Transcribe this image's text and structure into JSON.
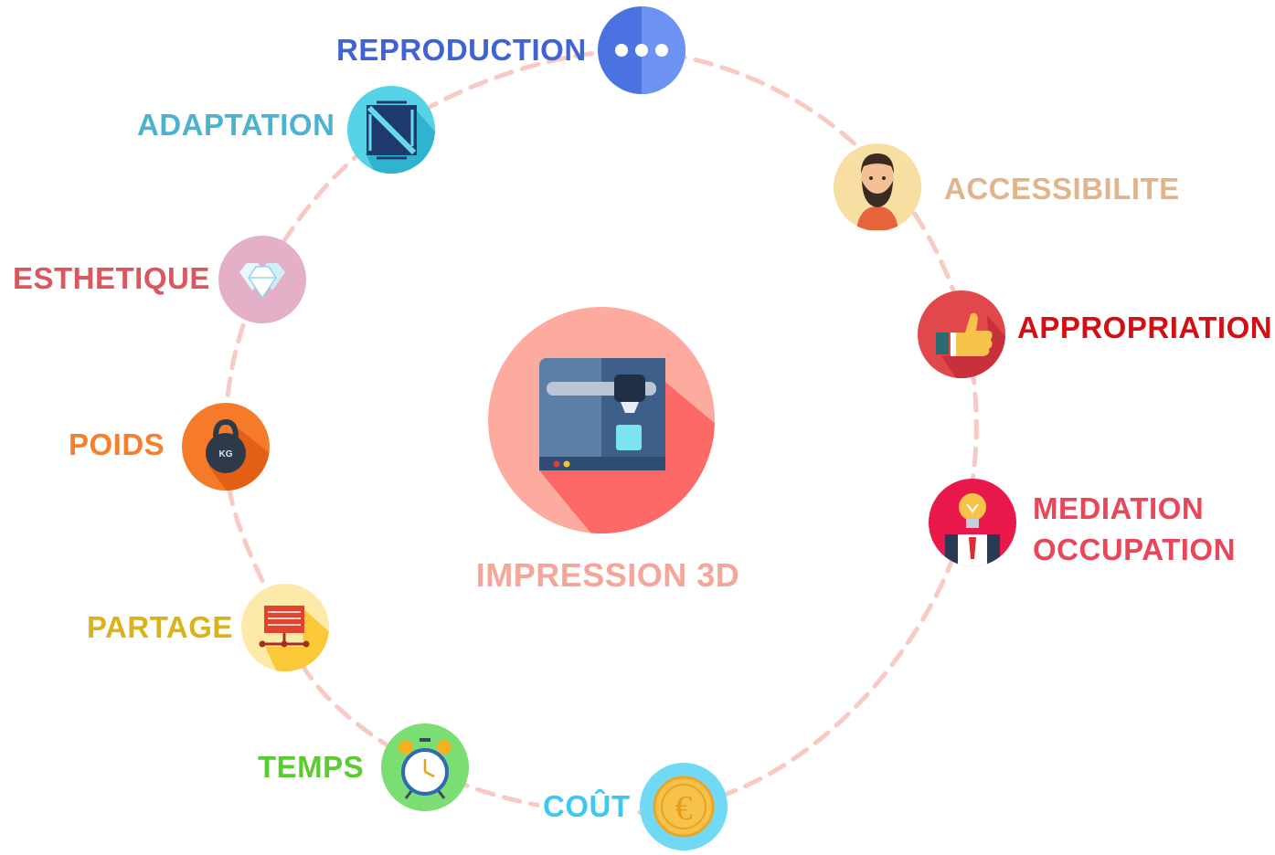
{
  "center": {
    "title": "IMPRESSION 3D",
    "color": "#f5a69a",
    "icon": "3d-printer-icon"
  },
  "nodes": [
    {
      "id": "reproduction",
      "label": "REPRODUCTION",
      "color": "#3f63d6",
      "icon": "chat-dots-icon"
    },
    {
      "id": "adaptation",
      "label": "ADAPTATION",
      "color": "#4bb3cf",
      "icon": "blueprint-icon"
    },
    {
      "id": "esthetique",
      "label": "ESTHETIQUE",
      "color": "#d9575f",
      "icon": "diamond-icon"
    },
    {
      "id": "poids",
      "label": "POIDS",
      "color": "#f57f2a",
      "icon": "kettlebell-icon"
    },
    {
      "id": "partage",
      "label": "PARTAGE",
      "color": "#d9b21c",
      "icon": "network-icon"
    },
    {
      "id": "temps",
      "label": "TEMPS",
      "color": "#5bcb32",
      "icon": "alarm-clock-icon"
    },
    {
      "id": "cout",
      "label": "COÛT",
      "color": "#3dc8ef",
      "icon": "euro-coin-icon"
    },
    {
      "id": "accessibilite",
      "label": "ACCESSIBILITE",
      "color": "#e0b48c",
      "icon": "bearded-man-icon"
    },
    {
      "id": "appropriation",
      "label": "APPROPRIATION",
      "color": "#d20f14",
      "icon": "thumbs-up-icon"
    },
    {
      "id": "mediation",
      "label_lines": [
        "MEDIATION",
        "OCCUPATION"
      ],
      "color": "#e9465a",
      "icon": "lightbulb-person-icon"
    }
  ],
  "ring_color": "#f9c9c4"
}
